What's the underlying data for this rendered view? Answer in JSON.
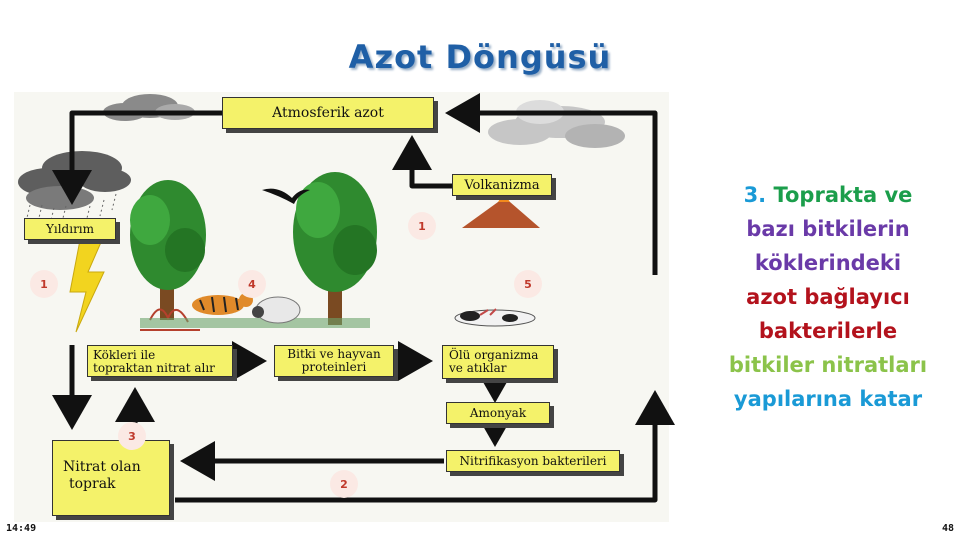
{
  "title": "Azot Döngüsü",
  "boxes": {
    "atmosfer": "Atmosferik azot",
    "volkanizma": "Volkanizma",
    "yildirim": "Yıldırım",
    "kokler_line1": "Kökleri ile",
    "kokler_line2": "topraktan nitrat alır",
    "protein_line1": "Bitki ve hayvan",
    "protein_line2": "proteinleri",
    "olu_line1": "Ölü organizma",
    "olu_line2": "ve atıklar",
    "amonyak": "Amonyak",
    "nitrifikasyon": "Nitrifikasyon bakterileri",
    "nitrat_line1": "Nitrat olan",
    "nitrat_line2": "toprak"
  },
  "numbers": {
    "n1a": "1",
    "n1b": "1",
    "n2": "2",
    "n3": "3",
    "n4": "4",
    "n5": "5"
  },
  "side_text": {
    "line1_num": "3.",
    "line1_rest": "Toprakta ve",
    "line2": "bazı bitkilerin",
    "line3": "köklerindeki",
    "line4": "azot bağlayıcı",
    "line5": "bakterilerle",
    "line6": "bitkiler nitratları",
    "line7": "yapılarına katar"
  },
  "colors": {
    "title": "#1f5fa6",
    "box_fill": "#f4f26a",
    "arrow": "#111111",
    "number_text": "#c0392b",
    "side_green": "#1b9e4b",
    "side_purple": "#6a3aa8",
    "side_red": "#b3121c",
    "side_lightgreen": "#8bc34a",
    "side_blue": "#1a9ad6"
  },
  "footer": {
    "time": "14:49",
    "page": "48"
  }
}
